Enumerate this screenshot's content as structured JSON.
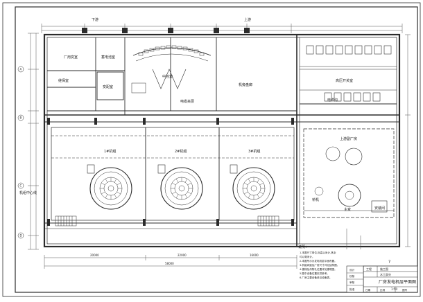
{
  "rooms": {
    "factory_transformer": "厂用变室",
    "room_b": "变配室",
    "central_control": "中控室",
    "relay_room": "继保室",
    "battery_room": "蓄电池室",
    "cable_room": "电缆夹层",
    "hv_switch": "高压开关室",
    "cable_duct": "电缆沟",
    "gallery": "机旁盘廊",
    "left_center": "机组中心线",
    "right_top": "上游副厂房",
    "right_mid": "安装间",
    "crane": "主变",
    "bridge": "桥机",
    "unit1": "1#机组",
    "unit2": "2#机组",
    "unit3": "3#机组",
    "upstream": "上游",
    "downstream": "下游",
    "axis_a": "A",
    "axis_b": "B",
    "axis_c": "C",
    "axis_d": "D"
  },
  "notes": {
    "heading": "说明：",
    "lines": [
      "1.本图尺寸单位,标高以米计,其余",
      "  均以毫米计。",
      "2.本图所示为发电机层平面布置。",
      "3.机组间距及厂房尺寸详见结构图。",
      "4.楼梯及吊物孔位置详见建筑图。",
      "5.图中设备位置仅供参考。",
      "6.厂房主要设备参见设备表。"
    ]
  },
  "title_block": {
    "question_mark": "?",
    "project": "工程",
    "stage": "施工图",
    "part": "水工部分",
    "drawing_title": "厂房发电机层平面图",
    "scale": "1:50",
    "row_labels": [
      "设计",
      "校核",
      "审核",
      "批准"
    ],
    "bottom_cells": [
      "日期",
      "比例",
      "图号"
    ]
  },
  "dims": {
    "total_width": "58000",
    "left_segment": "20000",
    "right_segment": "16000",
    "middle_segment": "22000"
  },
  "colors": {
    "line": "#2b2b2b",
    "thin": "#555555",
    "text": "#1a1a1a",
    "background": "#ffffff"
  }
}
